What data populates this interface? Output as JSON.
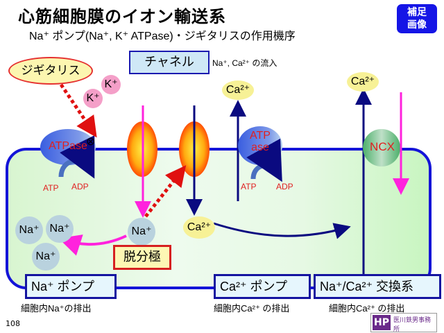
{
  "title": "心筋細胞膜のイオン輸送系",
  "subtitle": "Na⁺ ポンプ(Na⁺, K⁺ ATPase)・ジギタリスの作用機序",
  "supplement_badge": {
    "line1": "補足",
    "line2": "画像"
  },
  "digitalis": {
    "label": "ジギタリス",
    "effect_symbol": "⊗"
  },
  "channel": {
    "label": "チャネル",
    "note": "Na⁺, Ca²⁺ の流入"
  },
  "ions": {
    "k": [
      "K⁺",
      "K⁺"
    ],
    "na_outside": [
      "Na⁺",
      "Na⁺",
      "Na⁺"
    ],
    "na_inside": "Na⁺",
    "ca_inside": "Ca²⁺",
    "ca_out_pump": "Ca²⁺",
    "ca_out_ncx": "Ca²⁺"
  },
  "na_pump": {
    "enzyme": "ATPase",
    "atp": "ATP",
    "adp": "ADP"
  },
  "ca_pump": {
    "enzyme_line1": "ATP",
    "enzyme_line2": "ase",
    "atp": "ATP",
    "adp": "ADP"
  },
  "ncx": {
    "label": "NCX"
  },
  "depolarization": "脱分極",
  "labels": {
    "na_pump": "Na⁺ ポンプ",
    "ca_pump": "Ca²⁺ ポンプ",
    "exchanger": "Na⁺/Ca²⁺ 交換系"
  },
  "descriptions": {
    "na_pump": "細胞内Na⁺の排出",
    "ca_pump": "細胞内Ca²⁺ の排出",
    "exchanger": "細胞内Ca²⁺ の排出"
  },
  "page_number": "108",
  "publisher": "医川鉄男事務所",
  "colors": {
    "membrane": "#1414d8",
    "na_flow": "#ff22dd",
    "ca_flow": "#0a0a80",
    "inhibit": "#e01010"
  }
}
